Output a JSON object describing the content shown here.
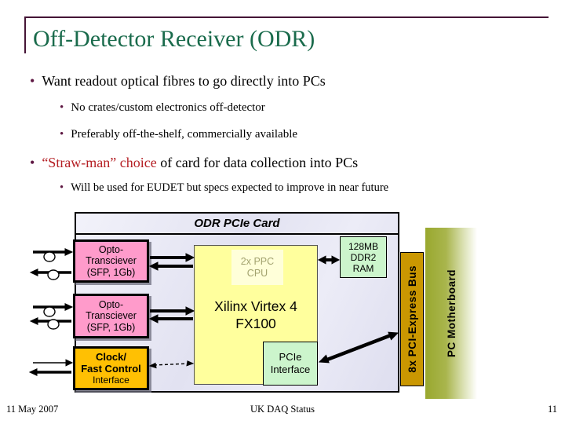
{
  "slide": {
    "title": "Off-Detector Receiver (ODR)",
    "bullets": [
      {
        "level": 1,
        "text": "Want readout optical fibres to go directly into PCs"
      },
      {
        "level": 2,
        "text": "No crates/custom electronics off-detector"
      },
      {
        "level": 2,
        "text": "Preferably off-the-shelf, commercially available"
      },
      {
        "level": 1,
        "highlight": "“Straw-man” choice",
        "text": " of card for data collection into PCs"
      },
      {
        "level": 2,
        "text": "Will be used for EUDET but specs expected to improve in near future"
      }
    ]
  },
  "diagram": {
    "card_title": "ODR PCIe Card",
    "opto_transceiver": {
      "line1": "Opto-",
      "line2": "Transciever",
      "line3": "(SFP, 1Gb)"
    },
    "clock_box": {
      "line1": "Clock/",
      "line2": "Fast Control",
      "line3": "Interface"
    },
    "fpga": {
      "line1": "Xilinx Virtex 4",
      "line2": "FX100"
    },
    "cpu": {
      "line1": "2x PPC",
      "line2": "CPU"
    },
    "ram": {
      "line1": "128MB",
      "line2": "DDR2",
      "line3": "RAM"
    },
    "pcie": {
      "line1": "PCIe",
      "line2": "Interface"
    },
    "bus_label": "8x PCI-Express Bus",
    "motherboard_label": "PC Motherboard"
  },
  "footer": {
    "date": "11 May 2007",
    "status": "UK DAQ Status",
    "page": "11"
  },
  "colors": {
    "title_green": "#1A6B4C",
    "accent_maroon": "#451536",
    "highlight_red": "#B52025",
    "opto_pink": "#FF9BCB",
    "clock_orange": "#FFC003",
    "fpga_yellow": "#FFFF9D",
    "mem_green": "#CCF5CC",
    "card_lavender": "#E4E4F2",
    "bus_gold": "#CA9701",
    "motherboard_olive": "#99A82E"
  }
}
